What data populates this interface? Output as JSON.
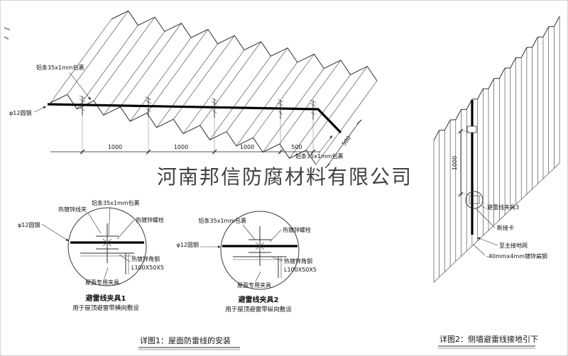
{
  "colors": {
    "line": "#3a3a3a",
    "red_label": "#cc2222",
    "watermark": "#8f8f8f"
  },
  "watermark": {
    "text": "河南邦信防腐材料有限公司"
  },
  "roof_view": {
    "label_alu_top": "铝条35x1mm包裹",
    "label_alu_right": "铝条35x1mm包裹",
    "label_round_steel": "φ12圆钢",
    "dims": [
      "1000",
      "1000",
      "1000",
      "500"
    ],
    "dim_slant": "500"
  },
  "clamp1": {
    "label_clip": "热镀锌线夹",
    "label_alu": "铝条35x1mm包裹",
    "label_bolt": "热镀锌螺栓",
    "label_round_steel": "φ12圆钢",
    "label_angle": "热镀锌角钢",
    "label_angle_size": "L100X50X5",
    "label_fixture": "屋面专用夹具",
    "title": "避雷线夹具1",
    "subtitle": "用于屋顶避雷带横向敷设"
  },
  "clamp2": {
    "label_alu": "铝条35x1mm包裹",
    "label_bolt": "热镀锌螺栓",
    "label_round_steel": "φ12圆钢",
    "label_angle": "热镀锌角钢",
    "label_angle_size": "L100X50X5",
    "label_fixture": "屋面专用夹具",
    "title": "避雷线夹具2",
    "subtitle": "用于屋顶避雷带纵向敷设"
  },
  "wall_view": {
    "dim_height": "1000",
    "label_clamp3": "避雷线夹具3",
    "label_disconnect": "断接卡",
    "label_ground": "至主接地网",
    "label_flat_steel": "-40mmx4mm镀锌扁钢"
  },
  "captions": {
    "detail1": "详图1：屋面防雷线的安装",
    "detail2": "详图2：侧墙避雷线接地引下"
  }
}
